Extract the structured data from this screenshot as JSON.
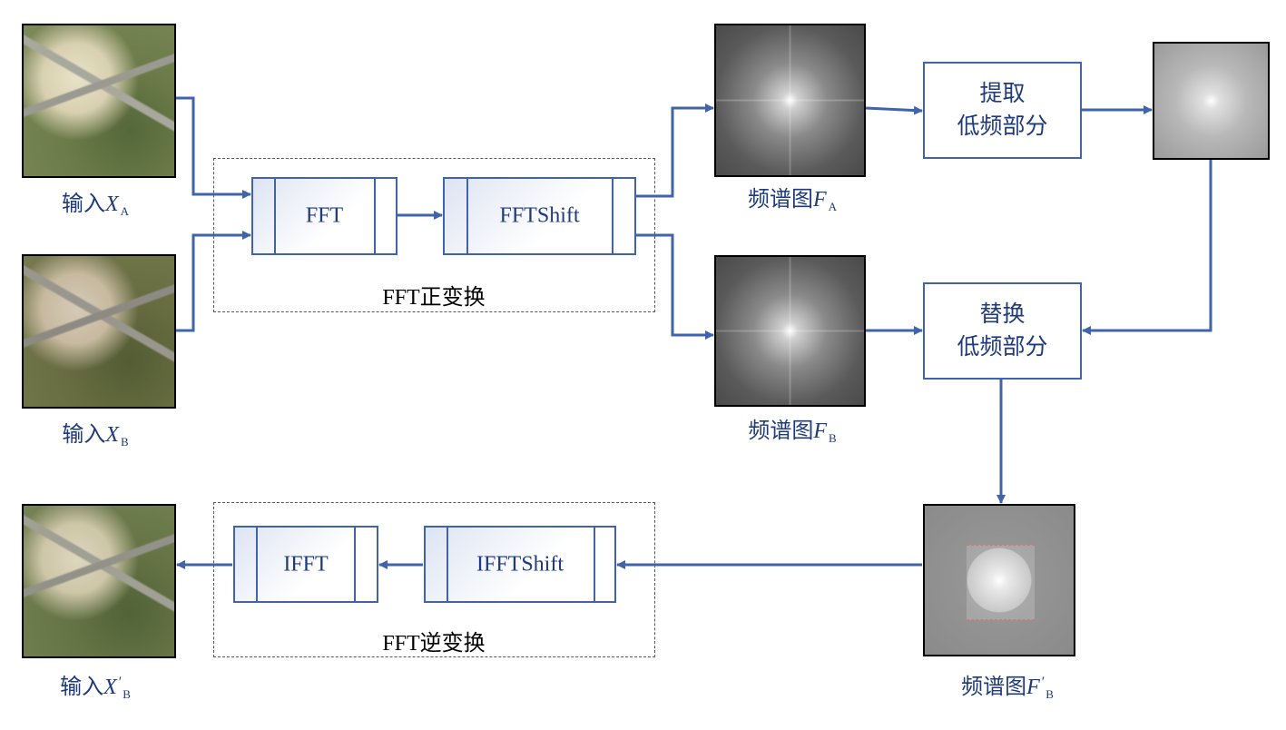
{
  "colors": {
    "arrow": "#3f64ab",
    "text": "#1f3a7a",
    "dashed": "#555555"
  },
  "inputs": {
    "a": {
      "prefix": "输入",
      "var": "X",
      "sub": "A"
    },
    "b": {
      "prefix": "输入",
      "var": "X",
      "sub": "B"
    },
    "b_prime": {
      "prefix": "输入",
      "var": "X",
      "prime": "′",
      "sub": "B"
    }
  },
  "forward": {
    "label": "FFT正变换",
    "fft": "FFT",
    "shift": "FFTShift"
  },
  "inverse": {
    "label": "FFT逆变换",
    "ifft": "IFFT",
    "ishift": "IFFTShift"
  },
  "spectra": {
    "a": {
      "prefix": "频谱图",
      "var": "F",
      "sub": "A"
    },
    "b": {
      "prefix": "频谱图",
      "var": "F",
      "sub": "B"
    },
    "b_prime": {
      "prefix": "频谱图",
      "var": "F",
      "prime": "′",
      "sub": "B"
    }
  },
  "process": {
    "extract": {
      "line1": "提取",
      "line2": "低频部分"
    },
    "replace": {
      "line1": "替换",
      "line2": "低频部分"
    }
  }
}
